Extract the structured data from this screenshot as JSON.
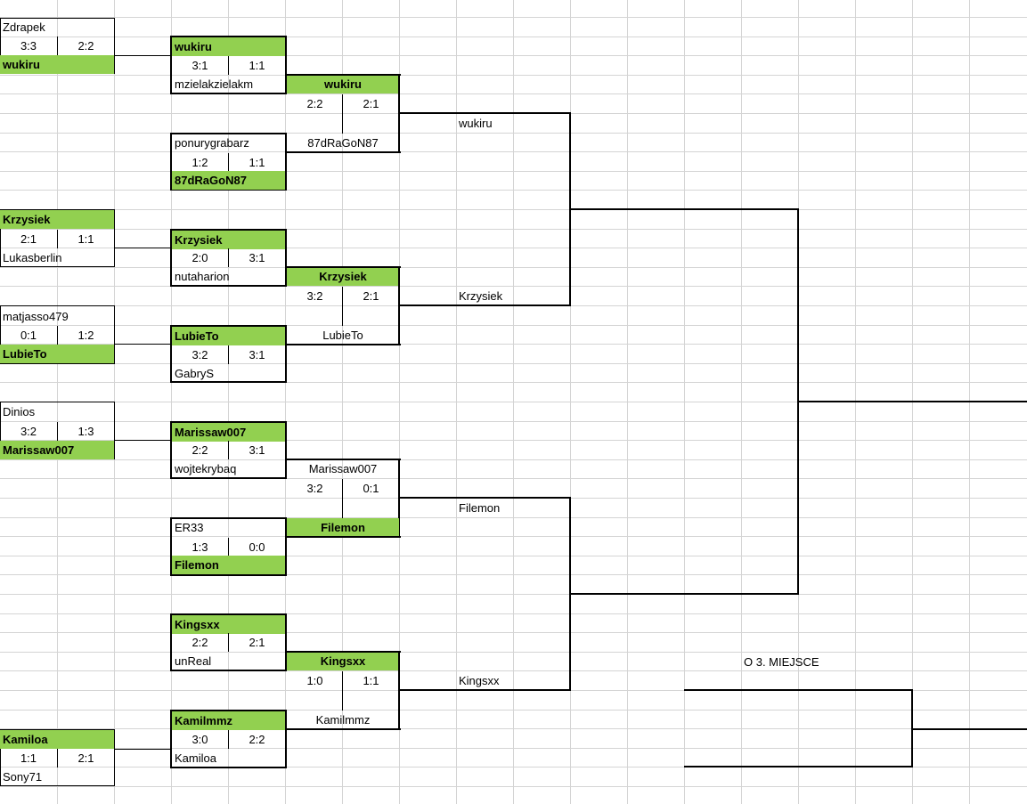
{
  "sheet": {
    "colors": {
      "winner_fill": "#92d050",
      "gridline": "#d4d4d4",
      "line": "#000000"
    }
  },
  "round1": [
    {
      "top": "Zdrapek",
      "s1": "3:3",
      "s2": "2:2",
      "bottom": "wukiru",
      "winner": "bottom"
    },
    {
      "top": "Krzysiek",
      "s1": "2:1",
      "s2": "1:1",
      "bottom": "Lukasberlin",
      "winner": "top"
    },
    {
      "top": "matjasso479",
      "s1": "0:1",
      "s2": "1:2",
      "bottom": "LubieTo",
      "winner": "bottom"
    },
    {
      "top": "Dinios",
      "s1": "3:2",
      "s2": "1:3",
      "bottom": "Marissaw007",
      "winner": "bottom"
    },
    {
      "top": "Kamiloa",
      "s1": "1:1",
      "s2": "2:1",
      "bottom": "Sony71",
      "winner": "top"
    }
  ],
  "round2": [
    {
      "top": "wukiru",
      "s1": "3:1",
      "s2": "1:1",
      "bottom": "mzielakzielakm",
      "winner": "top"
    },
    {
      "top": "ponurygrabarz",
      "s1": "1:2",
      "s2": "1:1",
      "bottom": "87dRaGoN87",
      "winner": "bottom"
    },
    {
      "top": "Krzysiek",
      "s1": "2:0",
      "s2": "3:1",
      "bottom": "nutaharion",
      "winner": "top"
    },
    {
      "top": "LubieTo",
      "s1": "3:2",
      "s2": "3:1",
      "bottom": "GabryS",
      "winner": "top"
    },
    {
      "top": "Marissaw007",
      "s1": "2:2",
      "s2": "3:1",
      "bottom": "wojtekrybaq",
      "winner": "top"
    },
    {
      "top": "ER33",
      "s1": "1:3",
      "s2": "0:0",
      "bottom": "Filemon",
      "winner": "bottom"
    },
    {
      "top": "Kingsxx",
      "s1": "2:2",
      "s2": "2:1",
      "bottom": "unReal",
      "winner": "top"
    },
    {
      "top": "Kamilmmz",
      "s1": "3:0",
      "s2": "2:2",
      "bottom": "Kamiloa",
      "winner": "top"
    }
  ],
  "round3": [
    {
      "top": "wukiru",
      "s1": "2:2",
      "s2": "2:1",
      "bottom": "87dRaGoN87",
      "winner": "top"
    },
    {
      "top": "Krzysiek",
      "s1": "3:2",
      "s2": "2:1",
      "bottom": "LubieTo",
      "winner": "top"
    },
    {
      "top": "Marissaw007",
      "s1": "3:2",
      "s2": "0:1",
      "bottom": "Filemon",
      "winner": "bottom"
    },
    {
      "top": "Kingsxx",
      "s1": "1:0",
      "s2": "1:1",
      "bottom": "Kamilmmz",
      "winner": "top"
    }
  ],
  "round4": [
    "wukiru",
    "Krzysiek",
    "Filemon",
    "Kingsxx"
  ],
  "third_place_label": "O 3. MIEJSCE"
}
